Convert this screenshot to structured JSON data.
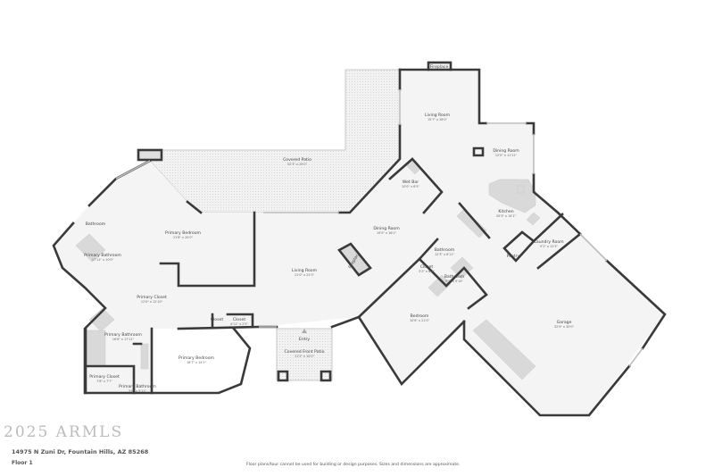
{
  "rooms": [
    {
      "name": "Fireplace",
      "dim": ""
    },
    {
      "name": "Living Room",
      "dim": "15'7\" x 28'0\""
    },
    {
      "name": "Dining Room",
      "dim": "12'0\" x 11'11\""
    },
    {
      "name": "Covered Patio",
      "dim": "52'3\" x 29'0\""
    },
    {
      "name": "Wet Bar",
      "dim": "10'0\" x 6'5\""
    },
    {
      "name": "Kitchen",
      "dim": "20'3\" x 14'1\""
    },
    {
      "name": "Primary Bedroom",
      "dim": "21'8\" x 20'0\""
    },
    {
      "name": "Bathroom",
      "dim": ""
    },
    {
      "name": "Primary Bathroom",
      "dim": "17'11\" x 10'0\""
    },
    {
      "name": "Dining Room",
      "dim": "19'0\" x 16'1\""
    },
    {
      "name": "Bathroom",
      "dim": "12'3\" x 6'11\""
    },
    {
      "name": "Fireplace",
      "dim": ""
    },
    {
      "name": "Laundry Room",
      "dim": "9'1\" x 12'3\""
    },
    {
      "name": "Pantry",
      "dim": ""
    },
    {
      "name": "Living Room",
      "dim": "21'0\" x 22'3\""
    },
    {
      "name": "Closet",
      "dim": "5'2\" x 6'6\""
    },
    {
      "name": "Bathroom",
      "dim": "9'9\" x 9'10\""
    },
    {
      "name": "Primary Closet",
      "dim": "12'0\" x 12'10\""
    },
    {
      "name": "Bedroom",
      "dim": "10'6\" x 21'0\""
    },
    {
      "name": "Closet",
      "dim": ""
    },
    {
      "name": "Closet",
      "dim": "4'11\" x 2'5\""
    },
    {
      "name": "Garage",
      "dim": "32'9\" x 30'0\""
    },
    {
      "name": "Primary Bathroom",
      "dim": "16'6\" x 17'11\""
    },
    {
      "name": "Entry",
      "dim": ""
    },
    {
      "name": "Covered Front Patio",
      "dim": "11'2\" x 10'0\""
    },
    {
      "name": "Primary Bedroom",
      "dim": "18'7\" x 14'1\""
    },
    {
      "name": "Primary Closet",
      "dim": "7'8\" x 7'7\""
    },
    {
      "name": "Primary Bathroom",
      "dim": "5'8\" x 5'11\""
    }
  ],
  "footer": {
    "address": "14975 N Zuni Dr, Fountain Hills, AZ 85268",
    "floor": "Floor 1",
    "disclaimer": "Floor plans/tour cannot be used for building or design purposes. Sizes and dimensions are approximate.",
    "watermark": "2025 ARMLS"
  },
  "colors": {
    "wall": "#3a3a3a",
    "floor": "#f4f4f4",
    "patio": "#e6e6e6",
    "window": "#bdbdbd"
  }
}
